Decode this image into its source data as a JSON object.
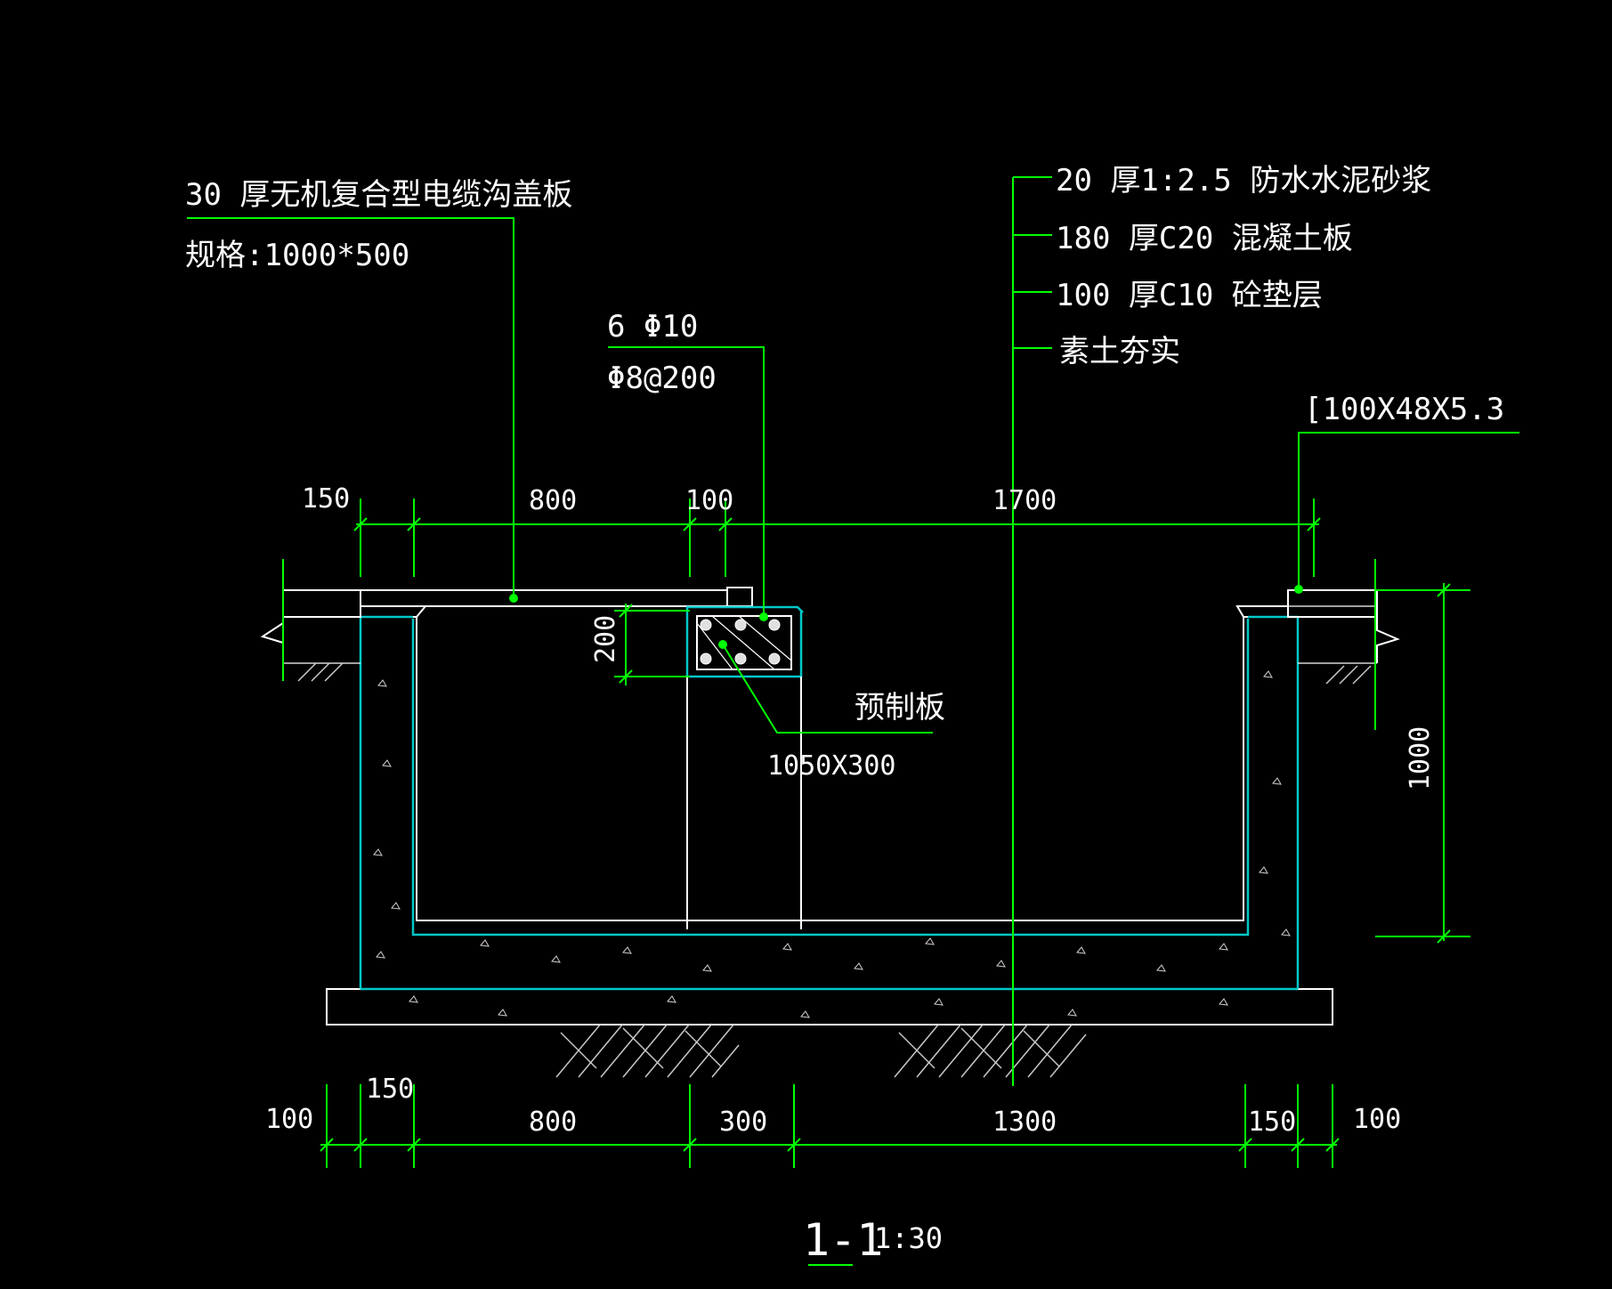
{
  "annotations": {
    "cover_plate_line1": "30 厚无机复合型电缆沟盖板",
    "cover_plate_line2": "规格:1000*500",
    "rebar_main": "6 Φ10",
    "rebar_stirrup": "Φ8@200",
    "layer_1": "20 厚1:2.5 防水水泥砂浆",
    "layer_2": "180 厚C20 混凝土板",
    "layer_3": "100 厚C10 砼垫层",
    "layer_4": "素土夯实",
    "steel_section": "[100X48X5.3",
    "precast_slab_name": "预制板",
    "precast_slab_size": "1050X300"
  },
  "top_dimensions": {
    "d1": "150",
    "d2": "800",
    "d3": "100",
    "d4": "1700"
  },
  "side_dimensions": {
    "depth": "1000",
    "beam_height": "200"
  },
  "bottom_dimensions": {
    "d1": "100",
    "d2": "150",
    "d3": "800",
    "d4": "300",
    "d5": "1300",
    "d6": "150",
    "d7": "100"
  },
  "section": {
    "title": "1-1",
    "scale": "1:30"
  },
  "colors": {
    "background": "#000000",
    "dimension_lines": "#00ff00",
    "waterproof_layer": "#00c8c8",
    "outline": "#ffffff"
  }
}
